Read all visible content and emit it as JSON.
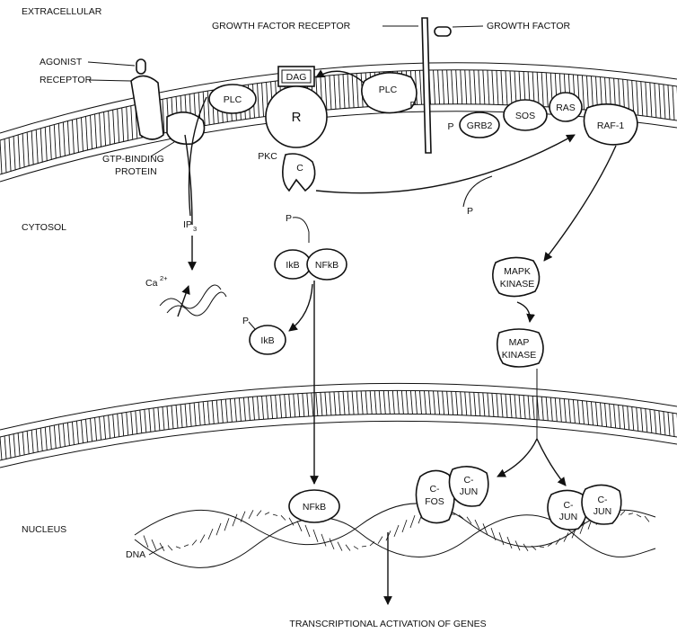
{
  "labels": {
    "extracellular": "EXTRACELLULAR",
    "growth_factor_receptor": "GROWTH FACTOR RECEPTOR",
    "growth_factor": "GROWTH FACTOR",
    "agonist": "AGONIST",
    "receptor": "RECEPTOR",
    "gtp_binding_line1": "GTP-BINDING",
    "gtp_binding_line2": "PROTEIN",
    "cytosol": "CYTOSOL",
    "nucleus": "NUCLEUS",
    "dna": "DNA",
    "title": "TRANSCRIPTIONAL ACTIVATION OF GENES"
  },
  "molecules": {
    "dag": "DAG",
    "plc": "PLC",
    "r": "R",
    "pkc": "PKC",
    "c": "C",
    "p": "P",
    "grb2": "GRB2",
    "sos": "SOS",
    "ras": "RAS",
    "raf1": "RAF-1",
    "ip3": "IP",
    "ip3_sub": "3",
    "ca": "Ca",
    "ca_sup": "2+",
    "ikb": "IkB",
    "nfkb": "NFkB",
    "mapk_kinase_l1": "MAPK",
    "mapk_kinase_l2": "KINASE",
    "map_kinase_l1": "MAP",
    "map_kinase_l2": "KINASE",
    "c_fos_l1": "C-",
    "c_fos_l2": "FOS",
    "c_jun_l1": "C-",
    "c_jun_l2": "JUN"
  }
}
